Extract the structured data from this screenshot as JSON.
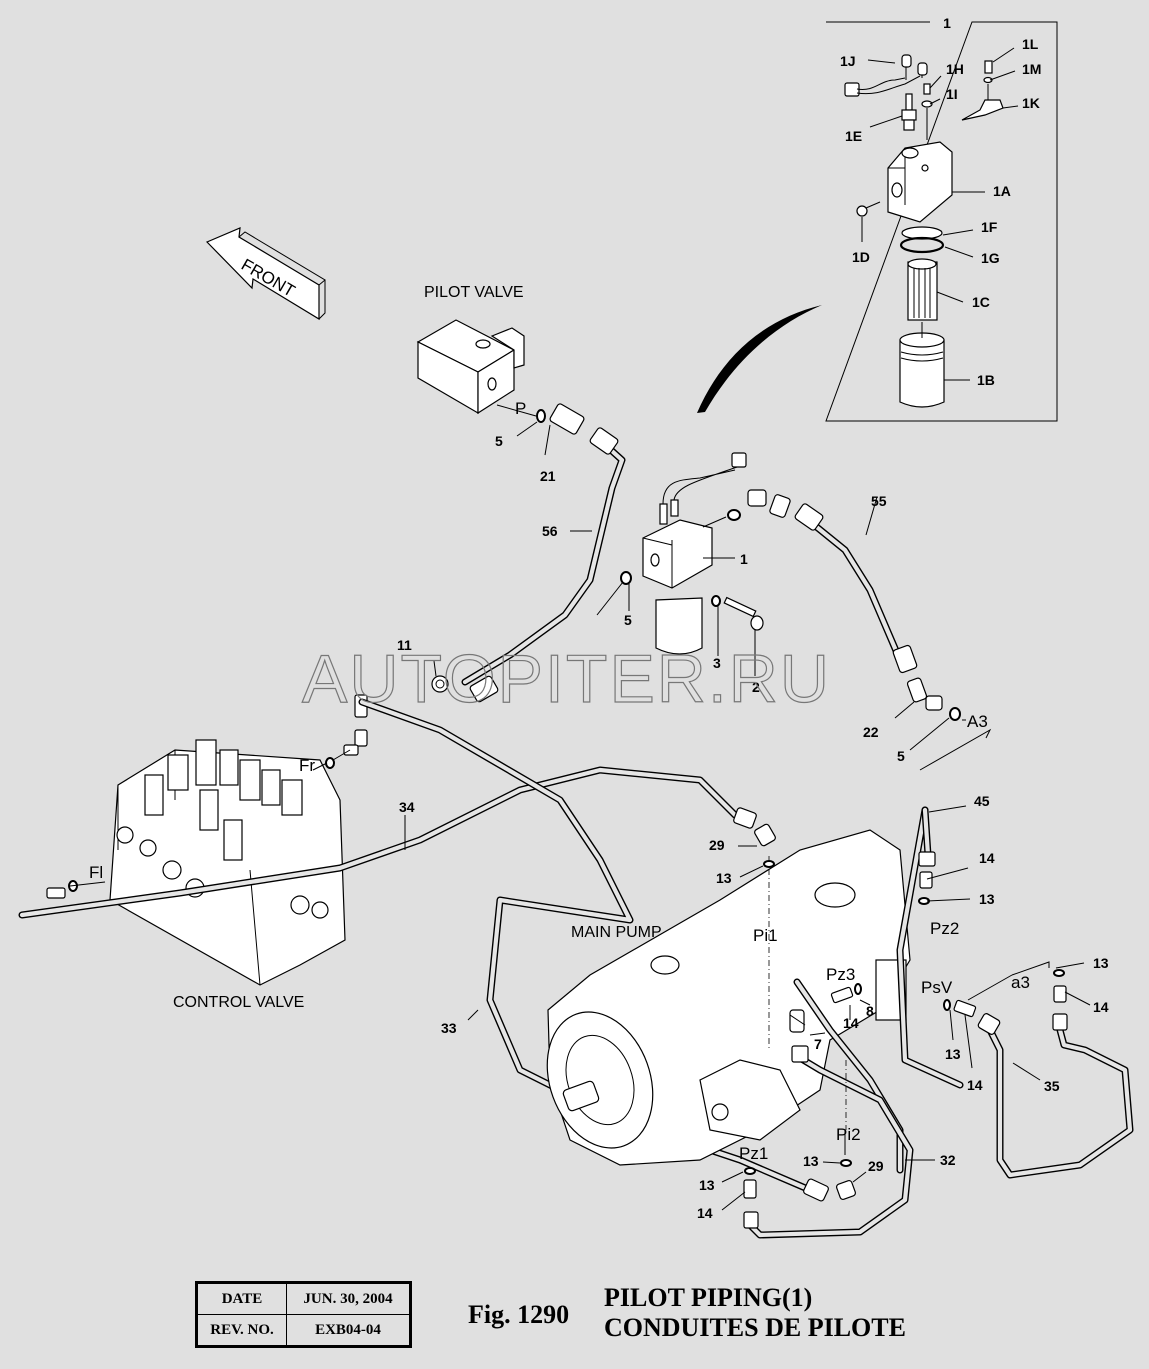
{
  "figure": {
    "number_label": "Fig. 1290",
    "title_en": "PILOT PIPING(1)",
    "title_fr": "CONDUITES DE PILOTE"
  },
  "title_block": {
    "rows": [
      {
        "key": "DATE",
        "value": "JUN. 30, 2004"
      },
      {
        "key": "REV. NO.",
        "value": "EXB04-04"
      }
    ]
  },
  "orientation": {
    "arrow_label": "FRONT"
  },
  "watermark": "AUTOPITER.RU",
  "sections": {
    "pilot_valve": "PILOT VALVE",
    "control_valve": "CONTROL VALVE",
    "main_pump": "MAIN PUMP"
  },
  "detail_box": {
    "title": "1",
    "callouts": [
      "1J",
      "1H",
      "1I",
      "1E",
      "1L",
      "1M",
      "1K",
      "1A",
      "1D",
      "1F",
      "1G",
      "1C",
      "1B"
    ]
  },
  "ports": [
    "P",
    "A3",
    "Fr",
    "Fl",
    "Pi1",
    "Pz3",
    "Pz2",
    "PsV",
    "a3",
    "Pi2",
    "Pz1"
  ],
  "callouts": {
    "c5a": "5",
    "c21": "21",
    "c56": "56",
    "c1": "1",
    "c5b": "5",
    "c3": "3",
    "c2": "2",
    "c55": "55",
    "c11": "11",
    "c22": "22",
    "c5c": "5",
    "c34": "34",
    "c45": "45",
    "c29a": "29",
    "c13a": "13",
    "c14a": "14",
    "c13b": "13",
    "c13c": "13",
    "c14b": "14",
    "c8": "8",
    "c14c": "14",
    "c7": "7",
    "c13d": "13",
    "c14d": "14",
    "c35": "35",
    "c33": "33",
    "c13e": "13",
    "c29b": "29",
    "c32": "32",
    "c13f": "13",
    "c14e": "14"
  }
}
